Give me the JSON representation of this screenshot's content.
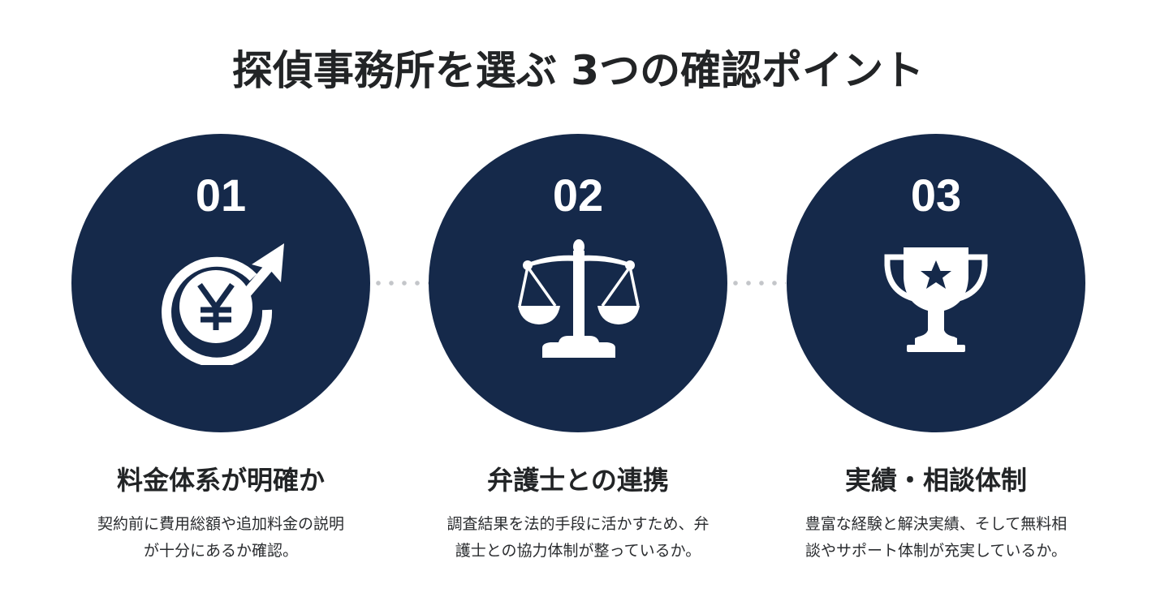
{
  "title": "探偵事務所を選ぶ 3つの確認ポイント",
  "colors": {
    "circle": "#15294a",
    "text": "#222426",
    "connector_dots": "#c4c6ca",
    "background": "#ffffff"
  },
  "steps": [
    {
      "number": "01",
      "icon": "yen-coin-arrow-icon",
      "title": "料金体系が明確か",
      "description": [
        "契約前に費用総額や追加料金の説明",
        "が十分にあるか確認。"
      ]
    },
    {
      "number": "02",
      "icon": "scales-of-justice-icon",
      "title": "弁護士との連携",
      "description": [
        "調査結果を法的手段に活かすため、弁",
        "護士との協力体制が整っているか。"
      ]
    },
    {
      "number": "03",
      "icon": "trophy-star-icon",
      "title": "実績・相談体制",
      "description": [
        "豊富な経験と解決実績、そして無料相",
        "談やサポート体制が充実しているか。"
      ]
    }
  ]
}
